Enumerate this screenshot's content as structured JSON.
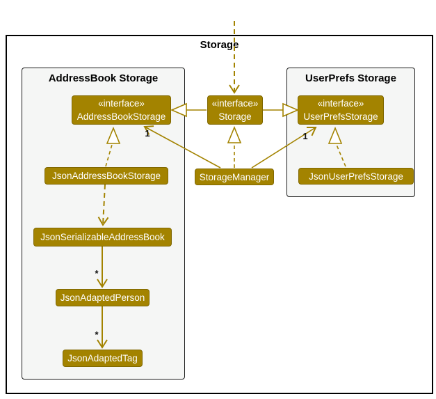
{
  "frame": {
    "title": "Storage"
  },
  "packages": {
    "addressbook": {
      "title": "AddressBook Storage"
    },
    "userprefs": {
      "title": "UserPrefs Storage"
    }
  },
  "nodes": {
    "addressBookStorage": {
      "stereotype": "«interface»",
      "name": "AddressBookStorage"
    },
    "storage": {
      "stereotype": "«interface»",
      "name": "Storage"
    },
    "userPrefsStorage": {
      "stereotype": "«interface»",
      "name": "UserPrefsStorage"
    },
    "jsonAddressBookStorage": {
      "name": "JsonAddressBookStorage"
    },
    "storageManager": {
      "name": "StorageManager"
    },
    "jsonUserPrefsStorage": {
      "name": "JsonUserPrefsStorage"
    },
    "jsonSerializableAddressBook": {
      "name": "JsonSerializableAddressBook"
    },
    "jsonAdaptedPerson": {
      "name": "JsonAdaptedPerson"
    },
    "jsonAdaptedTag": {
      "name": "JsonAdaptedTag"
    }
  },
  "multiplicities": {
    "storageManager_to_addressBookStorage": "1",
    "storageManager_to_userPrefsStorage": "1",
    "serializable_to_person": "*",
    "person_to_tag": "*"
  },
  "colors": {
    "node_fill": "#A38300",
    "node_border": "#806800",
    "node_text": "#FFFFFF",
    "package_bg": "#F5F6F5",
    "package_border": "#1A1A1A",
    "frame_border": "#000000",
    "edge": "#A38300",
    "label_text": "#111111"
  }
}
